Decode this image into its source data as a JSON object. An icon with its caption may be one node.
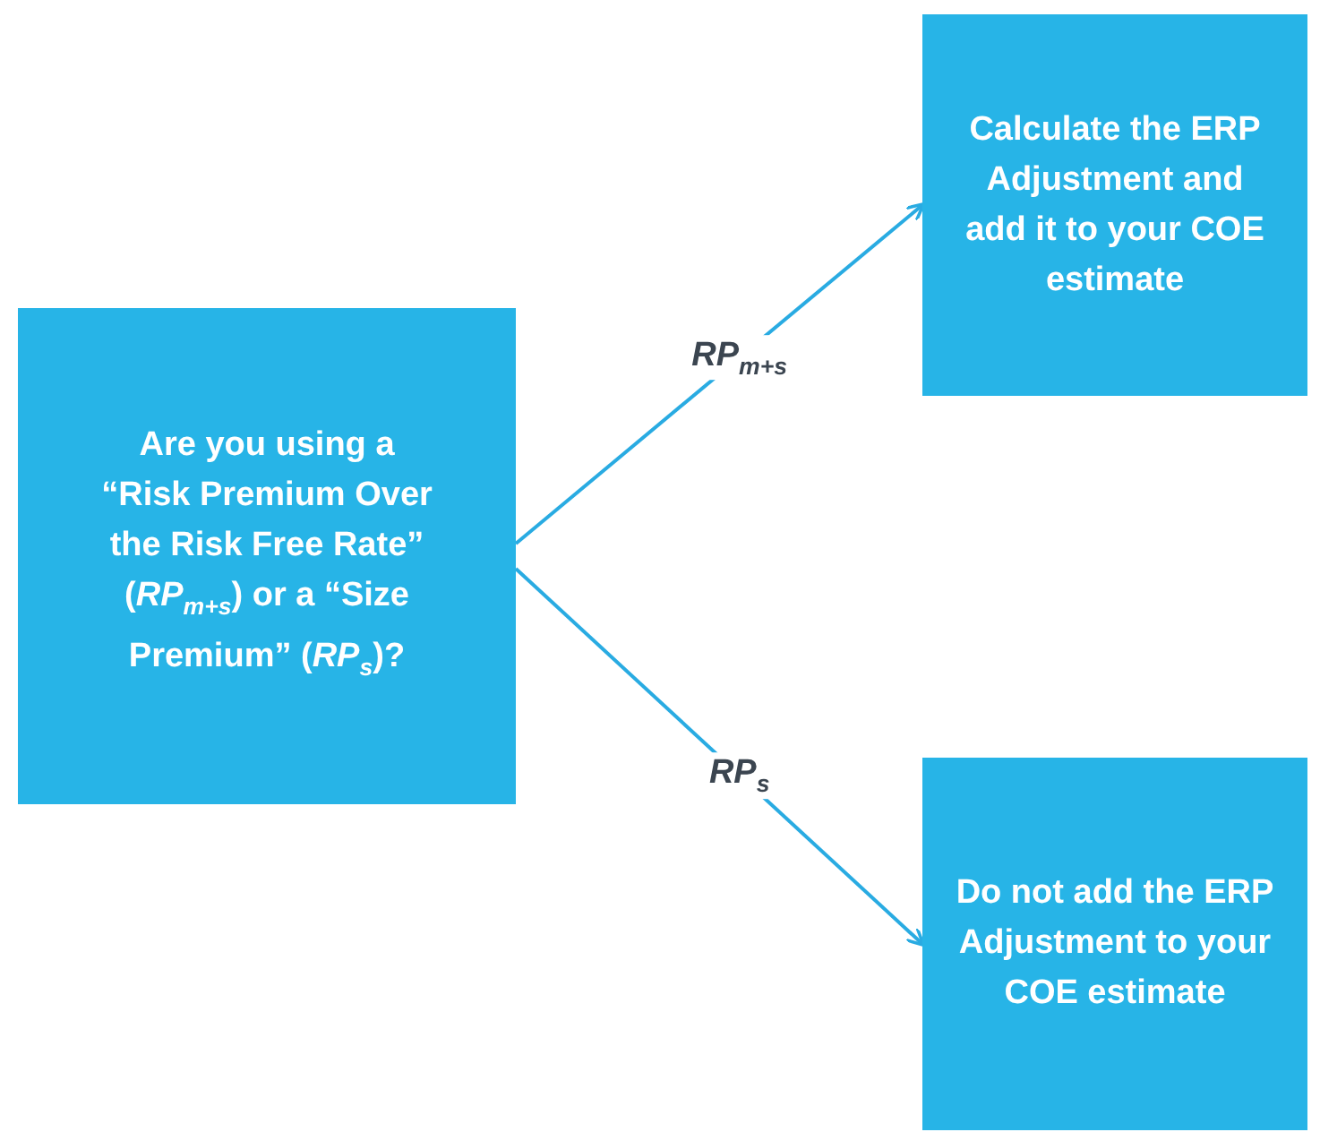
{
  "diagram": {
    "nodes": [
      {
        "text": [
          "Are you using a “Risk Premium Over the Risk Free Rate” (*RP*$_{m+s}$) or a “Size Premium” (*RP*$_{s}$)?"
        ]
      },
      {
        "text": [
          "Calculate the ERP Adjustment and add it to your COE estimate"
        ]
      },
      {
        "text": [
          "Do not add the ERP Adjustment to your COE estimate"
        ]
      }
    ],
    "edges": [
      {
        "from": 0,
        "to": 1,
        "arrow": "to",
        "label": "*RP*$_{m+s}$"
      },
      {
        "from": 0,
        "to": 2,
        "arrow": "to",
        "label": "*RP*$_{s}$"
      }
    ]
  }
}
